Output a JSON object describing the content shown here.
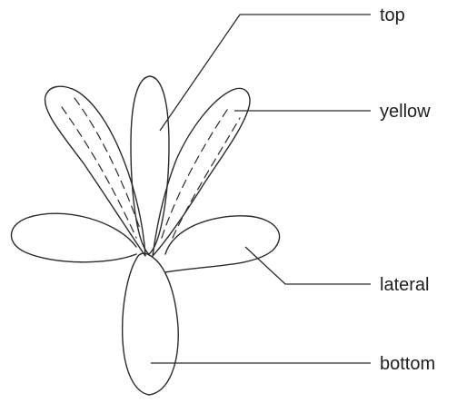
{
  "labels": {
    "top": "top",
    "yellow": "yellow",
    "lateral": "lateral",
    "bottom": "bottom"
  }
}
